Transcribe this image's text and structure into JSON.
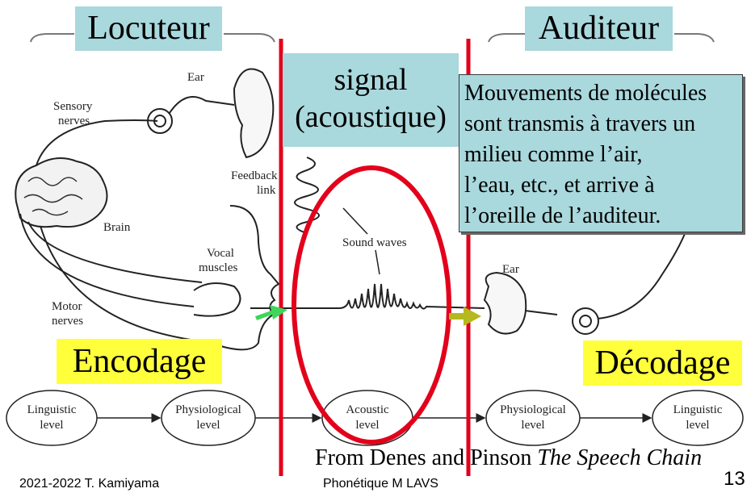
{
  "headers": {
    "speaker": "Locuteur",
    "listener": "Auditeur"
  },
  "signal_box": {
    "line1": "signal",
    "line2": "(acoustique)"
  },
  "description": {
    "lines": [
      "Mouvements de molécules",
      "sont transmis à travers un",
      "milieu comme l’air,",
      "l’eau, etc., et arrive à",
      "l’oreille de l’auditeur."
    ]
  },
  "stages": {
    "encoding": "Encodage",
    "decoding": "Décodage"
  },
  "figure_labels": {
    "ear_speaker": "Ear",
    "sensory_nerves_1": "Sensory",
    "sensory_nerves_2": "nerves",
    "brain": "Brain",
    "feedback_1": "Feedback",
    "feedback_2": "link",
    "vocal_muscles_1": "Vocal",
    "vocal_muscles_2": "muscles",
    "motor_nerves_1": "Motor",
    "motor_nerves_2": "nerves",
    "sound_waves": "Sound waves",
    "ear_listener": "Ear"
  },
  "levels": [
    {
      "line1": "Linguistic",
      "line2": "level"
    },
    {
      "line1": "Physiological",
      "line2": "level"
    },
    {
      "line1": "Acoustic",
      "line2": "level"
    },
    {
      "line1": "Physiological",
      "line2": "level"
    },
    {
      "line1": "Linguistic",
      "line2": "level"
    }
  ],
  "source": {
    "prefix": "From Denes and Pinson ",
    "title": "The Speech Chain"
  },
  "footer": {
    "author": "2021-2022 T. Kamiyama",
    "course": "Phonétique M LAVS",
    "page": "13"
  },
  "colors": {
    "label_cyan": "#a9d8dd",
    "highlight_yellow": "#ffff3c",
    "divider_red": "#e3001b",
    "arrow_green": "#3fd65a",
    "arrow_olive": "#b5b81e"
  }
}
